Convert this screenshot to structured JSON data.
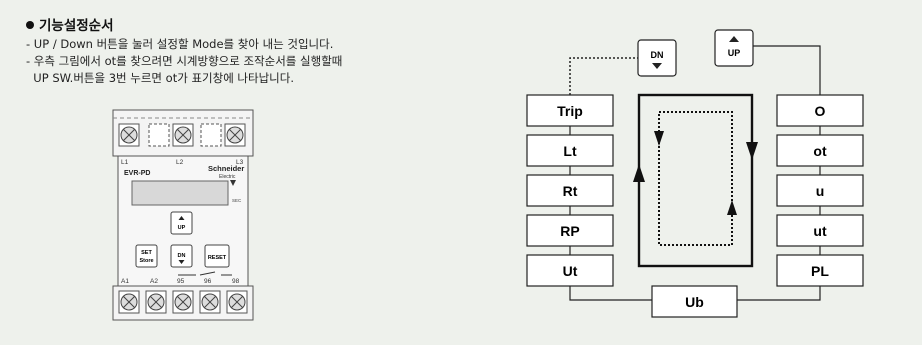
{
  "section": {
    "title": "기능설정순서",
    "lines": [
      "- UP / Down 버튼을 눌러 설정할 Mode를 찾아 내는 것입니다.",
      "- 우측 그림에서 ot를 찾으려면 시계방향으로 조작순서를 실행할때",
      "  UP SW.버튼을 3번 누르면 ot가 표기창에 나타납니다."
    ]
  },
  "device": {
    "model": "EVR-PD",
    "brand": "Schneider",
    "brand_sub": "Electric",
    "top_terminals": [
      "L1",
      "L2",
      "L3"
    ],
    "bottom_terminals": [
      "A1",
      "A2",
      "95",
      "96",
      "98"
    ],
    "display_unit": "SEC",
    "buttons": {
      "up": "UP",
      "set_top": "SET",
      "set_bottom": "Store",
      "dn": "DN",
      "reset": "RESET"
    }
  },
  "flow": {
    "dn_button": "DN",
    "up_button": "UP",
    "left_modes": [
      "Trip",
      "Lt",
      "Rt",
      "RP",
      "Ut"
    ],
    "right_modes": [
      "O",
      "ot",
      "u",
      "ut",
      "PL"
    ],
    "bottom_mode": "Ub"
  }
}
